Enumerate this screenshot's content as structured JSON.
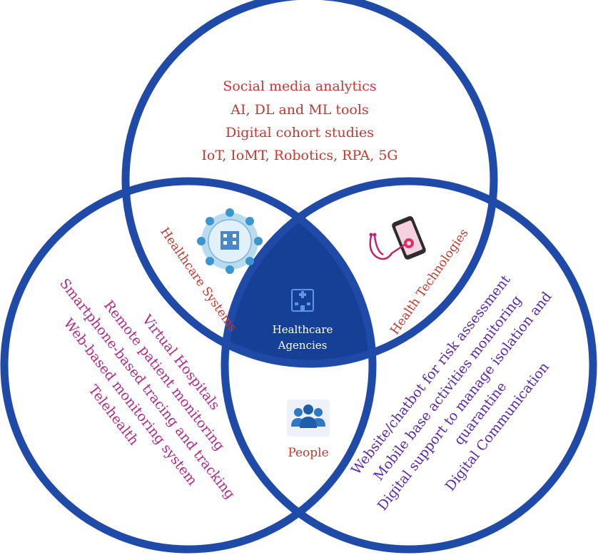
{
  "colors": {
    "circle_stroke": "#1f4aa8",
    "center_fill": "#163f96",
    "top_text": "#c8362f",
    "left_text": "#b02a86",
    "right_text": "#5b2aa6",
    "overlap_text": "#c23a2e"
  },
  "top_circle": {
    "lines": [
      "Social media analytics",
      "AI, DL and ML tools",
      "Digital cohort studies",
      "IoT, IoMT, Robotics, RPA, 5G"
    ]
  },
  "left_circle": {
    "lines": [
      "Virtual Hospitals",
      "Remote patient monitoring",
      "Smartphone-based tracing and tracking",
      "Web-based monitoring system",
      "Telehealth"
    ]
  },
  "right_circle": {
    "lines": [
      "Website/chatbot for risk assessment",
      "Mobile base activities monitoring",
      "Digital support to manage isolation and",
      "quarantine",
      "Digital Communication"
    ]
  },
  "overlaps": {
    "healthcare_systems": "Healthcare Systems",
    "health_technologies": "Health Technologies",
    "people": "People"
  },
  "center": {
    "line1": "Healthcare",
    "line2": "Agencies"
  },
  "icons": {
    "healthcare_systems": "smart-hospital-network-icon",
    "health_technologies": "phone-stethoscope-icon",
    "people": "people-group-icon",
    "center": "hospital-building-icon"
  }
}
